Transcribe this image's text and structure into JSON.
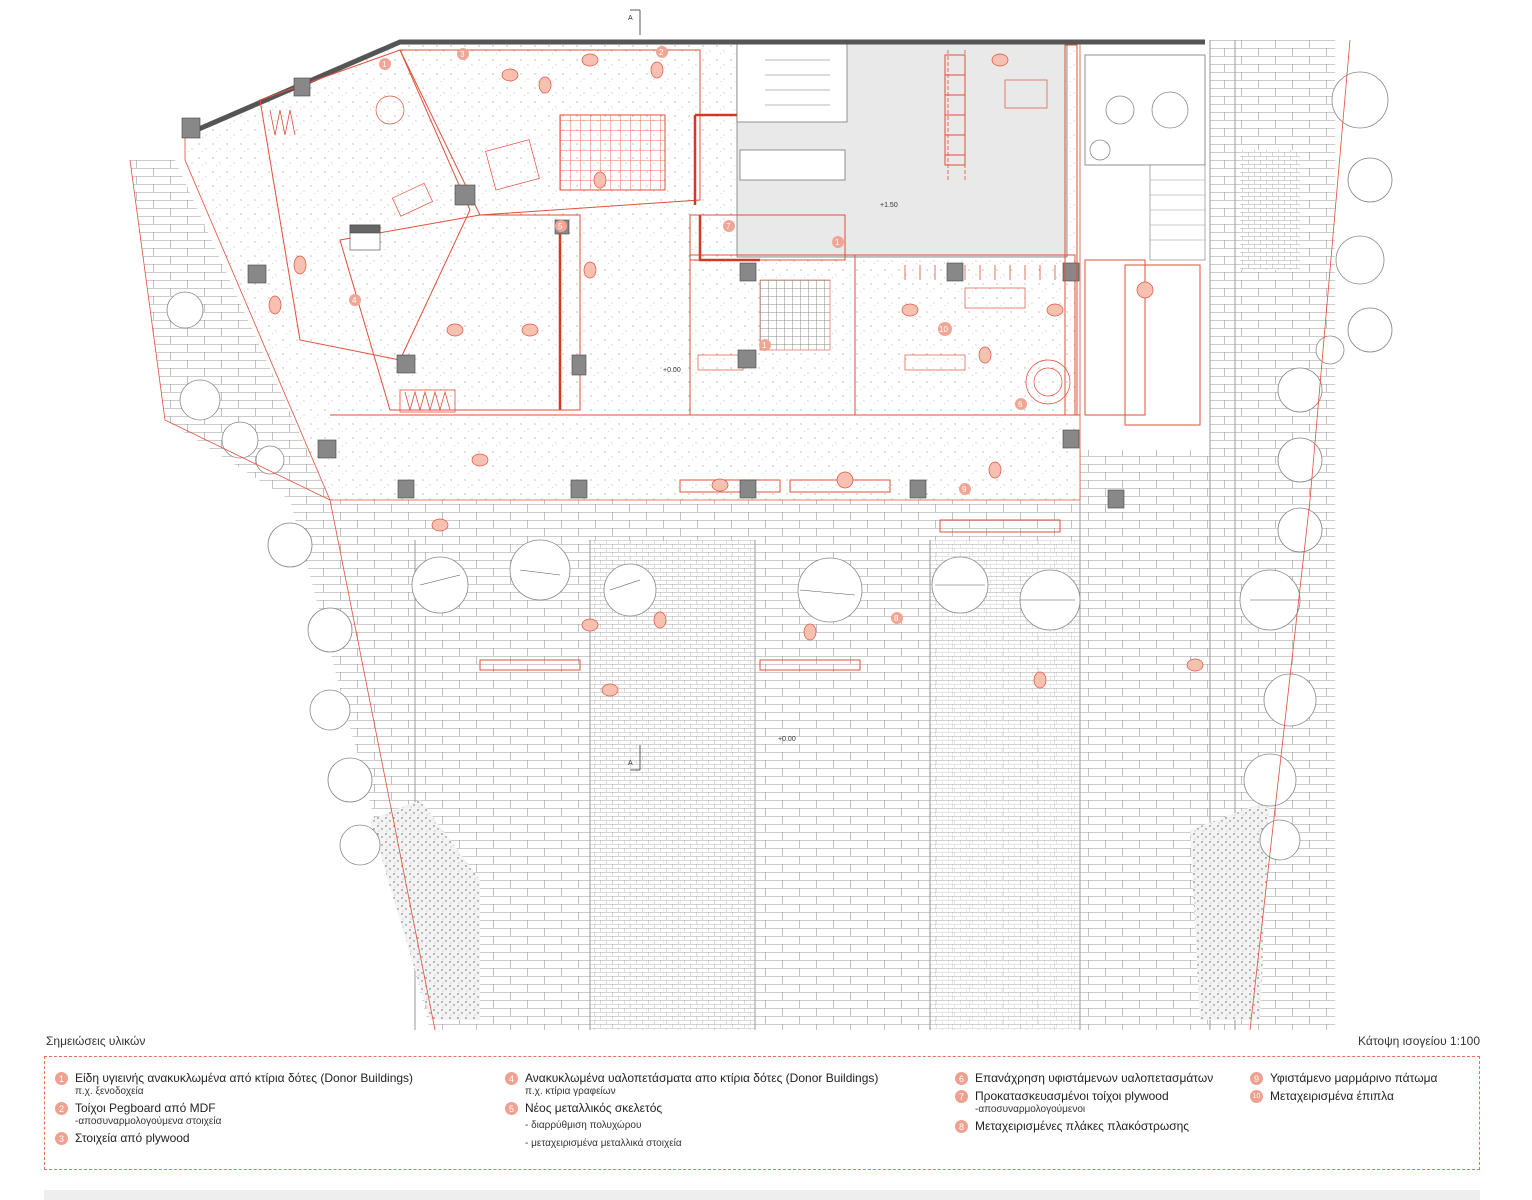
{
  "plan": {
    "level_labels": [
      "+1.50",
      "+0.00",
      "+0.00"
    ],
    "section_marks": [
      "A",
      "A"
    ],
    "callouts": [
      "1",
      "2",
      "3",
      "4",
      "5",
      "6",
      "7",
      "8",
      "9",
      "10",
      "1",
      "1"
    ]
  },
  "header": {
    "legend_title": "Σημειώσεις υλικών",
    "drawing_title": "Κάτοψη ισογείου 1:100"
  },
  "legend": {
    "items": [
      {
        "num": "1",
        "text": "Είδη υγιεινής ανακυκλωμένα από κτίρια δότες (Donor Buildings)",
        "sub": "π.χ. ξενοδοχεία"
      },
      {
        "num": "2",
        "text": "Τοίχοι Pegboard από MDF",
        "sub": "-αποσυναρμολογούμενα στοιχεία"
      },
      {
        "num": "3",
        "text": "Στοιχεία από plywood",
        "sub": ""
      },
      {
        "num": "4",
        "text": "Ανακυκλωμένα υαλοπετάσματα απο κτίρια δότες (Donor Buildings)",
        "sub": "π.χ. κτίρια γραφείων"
      },
      {
        "num": "5",
        "text": "Νέος μεταλλικός σκελετός",
        "sub": ""
      },
      {
        "num": "",
        "text": "- διαρρύθμιση πολυχώρου",
        "sub": ""
      },
      {
        "num": "",
        "text": "- μεταχειρισμένα μεταλλικά στοιχεία",
        "sub": ""
      },
      {
        "num": "6",
        "text": "Επανάχρηση υφιστάμενων υαλοπετασμάτων",
        "sub": ""
      },
      {
        "num": "7",
        "text": "Προκατασκευασμένοι τοίχοι plywood",
        "sub": "-αποσυναρμολογούμενοι"
      },
      {
        "num": "8",
        "text": "Μεταχειρισμένες πλάκες πλακόστρωσης",
        "sub": ""
      },
      {
        "num": "9",
        "text": "Υφιστάμενο μαρμάρινο πάτωμα",
        "sub": ""
      },
      {
        "num": "10",
        "text": "Μεταχειρισμένα έπιπλα",
        "sub": ""
      }
    ]
  },
  "colors": {
    "accent": "#e0503a",
    "marker": "#f2a595",
    "wall": "#555555",
    "line": "#9a9a9a"
  }
}
